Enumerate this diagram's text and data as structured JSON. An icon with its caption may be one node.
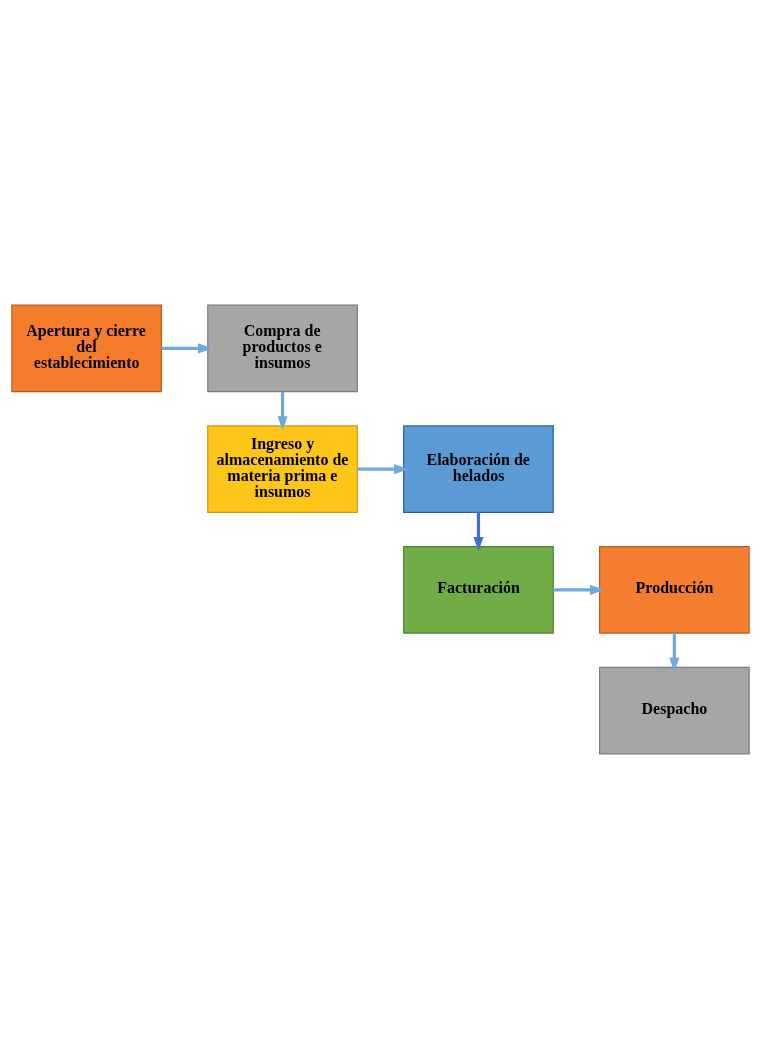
{
  "diagram": {
    "nodes": [
      {
        "text": [
          "Apertura y cierre del establecimiento"
        ]
      },
      {
        "text": [
          "Compra de productos e insumos"
        ]
      },
      {
        "text": [
          "Ingreso y almacenamiento de materia prima e insumos"
        ]
      },
      {
        "text": [
          "Elaboración de helados"
        ]
      },
      {
        "text": [
          "Facturación"
        ]
      },
      {
        "text": [
          "Producción"
        ]
      },
      {
        "text": [
          "Despacho"
        ]
      }
    ],
    "edges": [
      {
        "from": 0,
        "to": 1,
        "arrow": "to"
      },
      {
        "from": 1,
        "to": 2,
        "arrow": "to"
      },
      {
        "from": 2,
        "to": 3,
        "arrow": "to"
      },
      {
        "from": 3,
        "to": 4,
        "arrow": "to",
        "color": "#3f6fd0"
      },
      {
        "from": 4,
        "to": 5,
        "arrow": "to"
      },
      {
        "from": 5,
        "to": 6,
        "arrow": "to"
      }
    ]
  }
}
